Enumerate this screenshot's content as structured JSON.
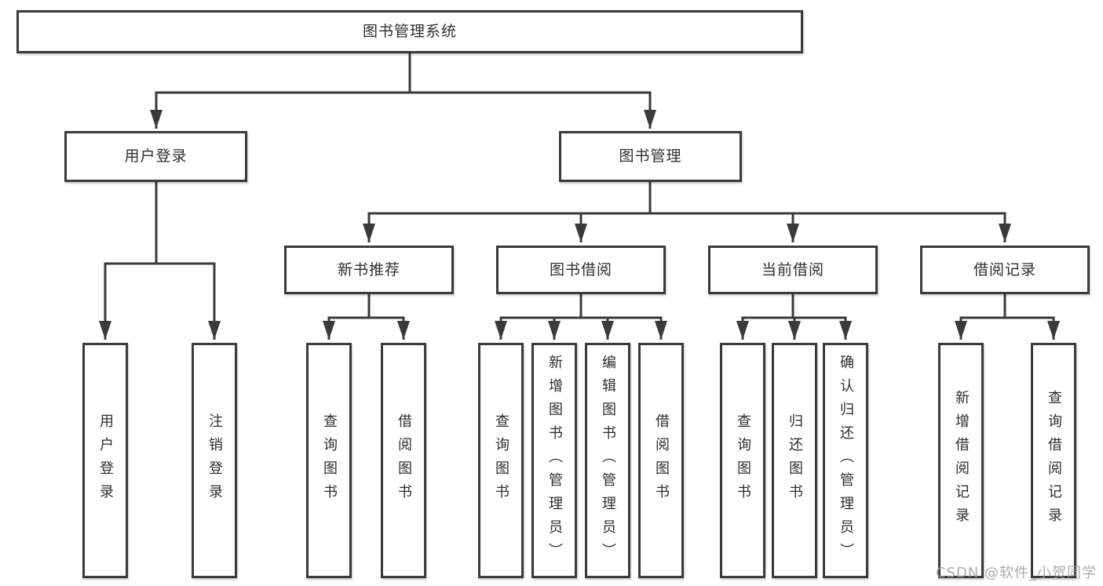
{
  "diagram": {
    "title": "图书管理系统",
    "branches": [
      "用户登录",
      "图书管理"
    ],
    "modules": [
      "新书推荐",
      "图书借阅",
      "当前借阅",
      "借阅记录"
    ],
    "login_leaves": [
      "用户登录",
      "注销登录"
    ],
    "recommend_leaves": [
      "查询图书",
      "借阅图书"
    ],
    "borrow_leaves": [
      "查询图书",
      "新增图书（管理员）",
      "编辑图书（管理员）",
      "借阅图书"
    ],
    "current_leaves": [
      "查询图书",
      "归还图书",
      "确认归还（管理员）"
    ],
    "record_leaves": [
      "新增借阅记录",
      "查询借阅记录"
    ],
    "colors": {
      "line": "#3a3a3a",
      "text": "#2e2e2e",
      "background": "#ffffff",
      "watermark": "#9e9e9e"
    }
  },
  "watermark": "CSDN @软件_小贺同学"
}
